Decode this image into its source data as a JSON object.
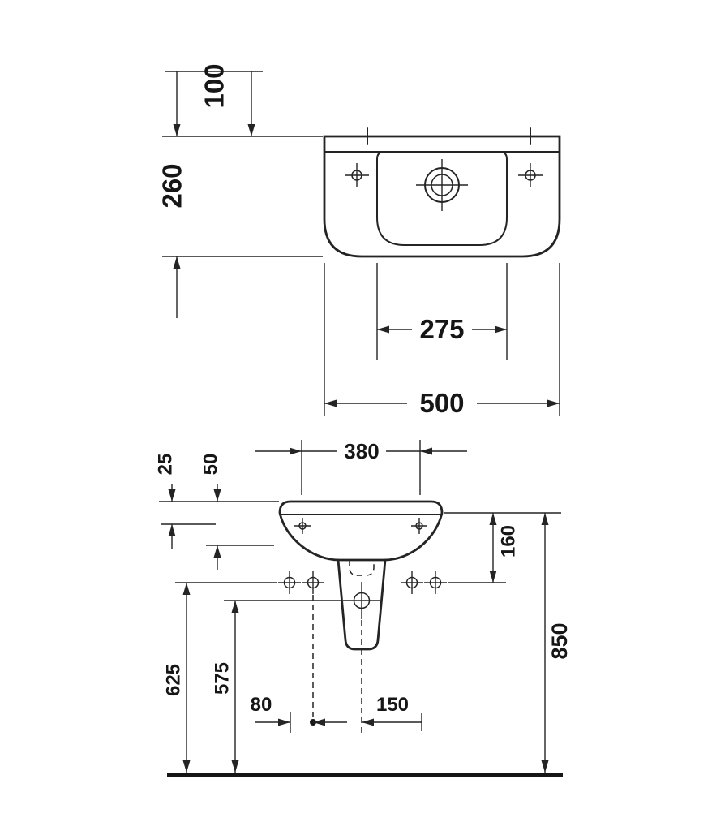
{
  "drawing": {
    "subject": "wall-mounted-washbasin-dimension-drawing"
  },
  "top_view": {
    "d100": "100",
    "d260": "260",
    "d275": "275",
    "d500": "500"
  },
  "front_view": {
    "d380": "380",
    "d25": "25",
    "d50": "50",
    "d160": "160",
    "d850": "850",
    "d625": "625",
    "d575": "575",
    "d80": "80",
    "d150": "150"
  }
}
